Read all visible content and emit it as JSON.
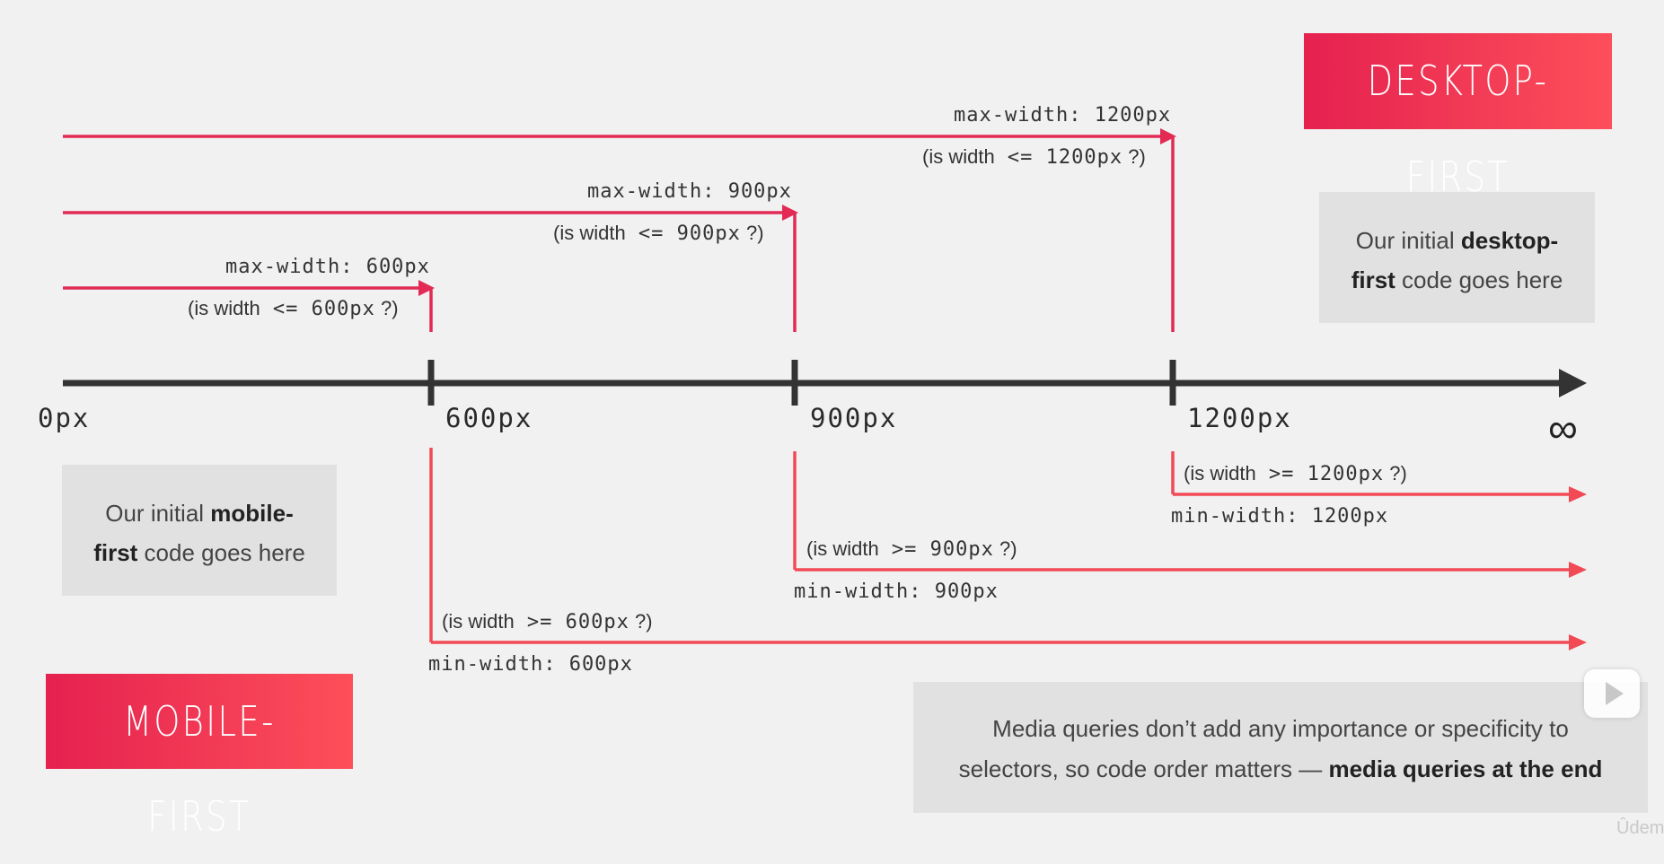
{
  "desktop_badge": "DESKTOP-FIRST",
  "mobile_badge": "MOBILE-FIRST",
  "axis": {
    "ticks": [
      "0px",
      "600px",
      "900px",
      "1200px"
    ],
    "infinity": "∞"
  },
  "max_queries": [
    {
      "label": "max-width: 600px",
      "q_pre": "(is width",
      "q_mono": " <= 600px",
      "q_post": " ?)"
    },
    {
      "label": "max-width: 900px",
      "q_pre": "(is width",
      "q_mono": " <= 900px",
      "q_post": " ?)"
    },
    {
      "label": "max-width: 1200px",
      "q_pre": "(is width",
      "q_mono": " <= 1200px",
      "q_post": " ?)"
    }
  ],
  "min_queries": [
    {
      "label": "min-width: 600px",
      "q_pre": "(is width",
      "q_mono": " >= 600px",
      "q_post": " ?)"
    },
    {
      "label": "min-width: 900px",
      "q_pre": "(is width",
      "q_mono": " >= 900px",
      "q_post": " ?)"
    },
    {
      "label": "min-width: 1200px",
      "q_pre": "(is width",
      "q_mono": " >= 1200px",
      "q_post": " ?)"
    }
  ],
  "desktop_box": {
    "pre": "Our initial ",
    "bold1": "desktop-",
    "bold2": "first",
    "post": " code goes here"
  },
  "mobile_box": {
    "pre": "Our initial ",
    "bold1": "mobile-",
    "bold2": "first",
    "post": " code goes here"
  },
  "note": {
    "line1": "Media queries don’t add any importance or specificity to",
    "line2_pre": "selectors, so code order matters — ",
    "line2_bold": "media queries at the end"
  },
  "watermark": "Ûdem",
  "colors": {
    "accent": "#e5214f",
    "accent2": "#f24a55",
    "axis": "#333333"
  }
}
